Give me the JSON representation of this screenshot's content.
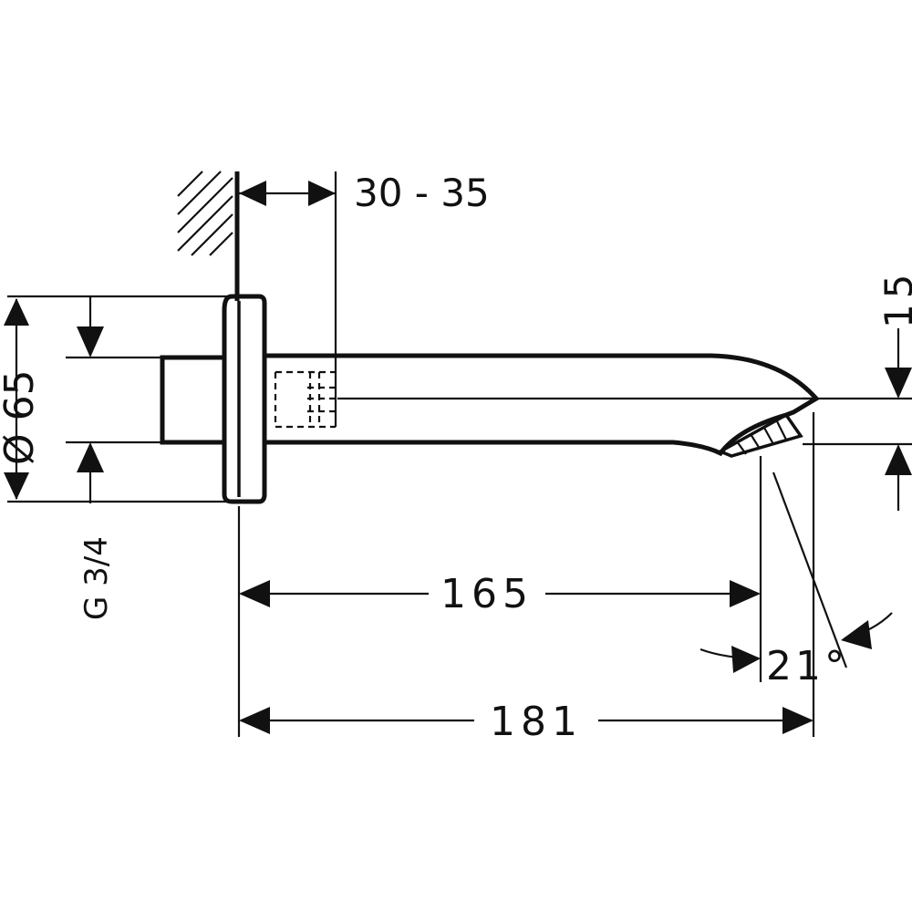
{
  "drawing": {
    "dimensions": {
      "wall_depth_range": "30 - 35",
      "flange_diameter": "Ø 65",
      "thread": "G 3/4",
      "spout_projection": "165",
      "overall_length": "181",
      "outlet_height": "15",
      "outlet_angle": "21°"
    }
  }
}
